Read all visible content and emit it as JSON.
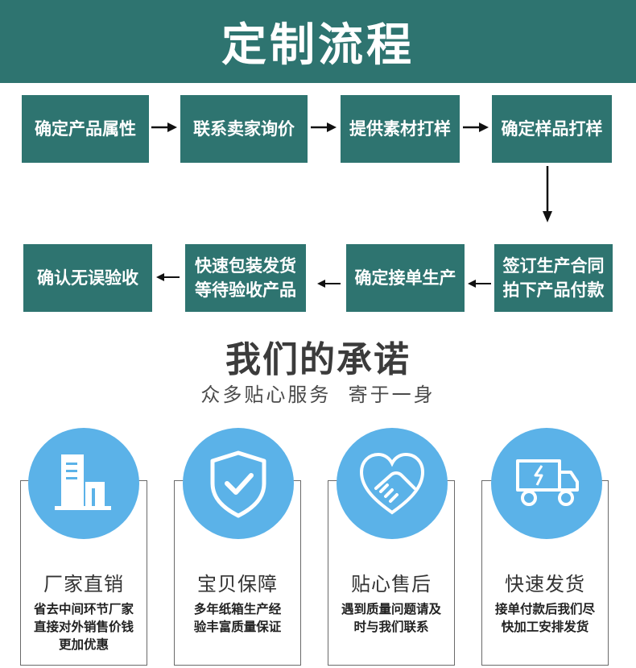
{
  "header": {
    "title": "定制流程"
  },
  "process": {
    "steps": [
      {
        "lines": [
          "确定产品属性"
        ]
      },
      {
        "lines": [
          "联系卖家询价"
        ]
      },
      {
        "lines": [
          "提供素材打样"
        ]
      },
      {
        "lines": [
          "确定样品打样"
        ]
      },
      {
        "lines": [
          "签订生产合同",
          "拍下产品付款"
        ]
      },
      {
        "lines": [
          "确定接单生产"
        ]
      },
      {
        "lines": [
          "快速包装发货",
          "等待验收产品"
        ]
      },
      {
        "lines": [
          "确认无误验收"
        ]
      }
    ]
  },
  "promise": {
    "title": "我们的承诺",
    "subtitle": "众多贴心服务  寄于一身"
  },
  "cards": [
    {
      "icon": "factory-icon",
      "title": "厂家直销",
      "desc": [
        "省去中间环节厂家",
        "直接对外销售价钱",
        "更加优惠"
      ]
    },
    {
      "icon": "shield-check-icon",
      "title": "宝贝保障",
      "desc": [
        "多年纸箱生产经",
        "验丰富质量保证"
      ]
    },
    {
      "icon": "handshake-icon",
      "title": "贴心售后",
      "desc": [
        "遇到质量问题请及",
        "时与我们联系"
      ]
    },
    {
      "icon": "delivery-truck-icon",
      "title": "快速发货",
      "desc": [
        "接单付款后我们尽",
        "快加工安排发货"
      ]
    }
  ],
  "colors": {
    "teal": "#2e7470",
    "icon_blue": "#5bb2e8"
  }
}
